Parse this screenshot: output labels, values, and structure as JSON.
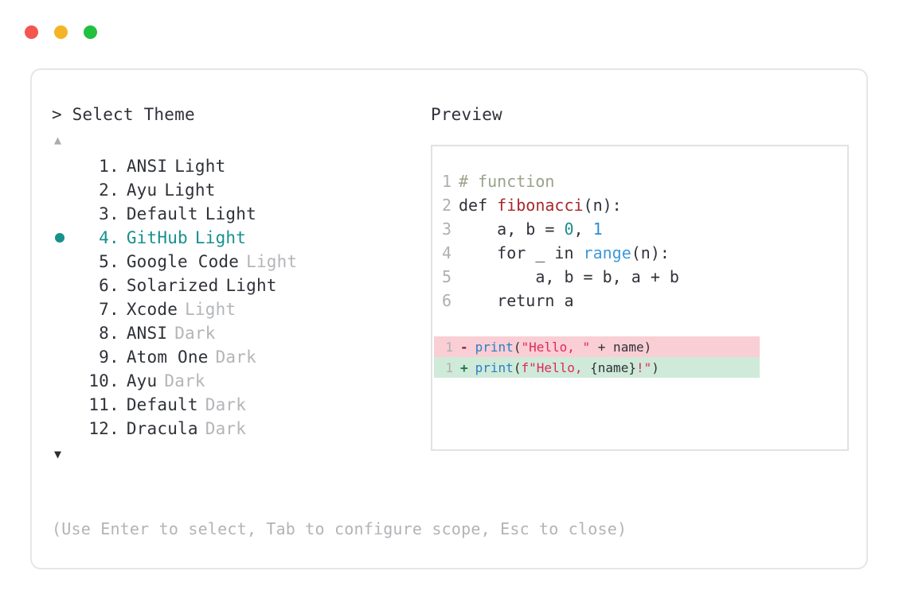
{
  "window": {
    "traffic_lights": [
      {
        "name": "close",
        "color": "#f4564f"
      },
      {
        "name": "minimize",
        "color": "#f5b426"
      },
      {
        "name": "maximize",
        "color": "#23bf3f"
      }
    ]
  },
  "left_panel": {
    "prompt": "> Select Theme",
    "scroll_up_indicator": "▲",
    "scroll_down_indicator": "▼",
    "selected_index": 4,
    "themes": [
      {
        "num": "1.",
        "name": "ANSI",
        "variant": "Light",
        "variant_muted": false,
        "selected": false
      },
      {
        "num": "2.",
        "name": "Ayu",
        "variant": "Light",
        "variant_muted": false,
        "selected": false
      },
      {
        "num": "3.",
        "name": "Default",
        "variant": "Light",
        "variant_muted": false,
        "selected": false
      },
      {
        "num": "4.",
        "name": "GitHub",
        "variant": "Light",
        "variant_muted": false,
        "selected": true
      },
      {
        "num": "5.",
        "name": "Google Code",
        "variant": "Light",
        "variant_muted": true,
        "selected": false
      },
      {
        "num": "6.",
        "name": "Solarized",
        "variant": "Light",
        "variant_muted": false,
        "selected": false
      },
      {
        "num": "7.",
        "name": "Xcode",
        "variant": "Light",
        "variant_muted": true,
        "selected": false
      },
      {
        "num": "8.",
        "name": "ANSI",
        "variant": "Dark",
        "variant_muted": true,
        "selected": false
      },
      {
        "num": "9.",
        "name": "Atom One",
        "variant": "Dark",
        "variant_muted": true,
        "selected": false
      },
      {
        "num": "10.",
        "name": "Ayu",
        "variant": "Dark",
        "variant_muted": true,
        "selected": false
      },
      {
        "num": "11.",
        "name": "Default",
        "variant": "Dark",
        "variant_muted": true,
        "selected": false
      },
      {
        "num": "12.",
        "name": "Dracula",
        "variant": "Dark",
        "variant_muted": true,
        "selected": false
      }
    ],
    "hint": "(Use Enter to select, Tab to configure scope, Esc to close)"
  },
  "right_panel": {
    "label": "Preview",
    "code_lines": [
      {
        "num": "1",
        "tokens": [
          {
            "t": "# function",
            "c": "tok-comment"
          }
        ]
      },
      {
        "num": "2",
        "tokens": [
          {
            "t": "def ",
            "c": "tok-kw"
          },
          {
            "t": "fibonacci",
            "c": "tok-fn"
          },
          {
            "t": "(n):",
            "c": "code-txt"
          }
        ]
      },
      {
        "num": "3",
        "tokens": [
          {
            "t": "    a, b = ",
            "c": "code-txt"
          },
          {
            "t": "0",
            "c": "tok-num"
          },
          {
            "t": ", ",
            "c": "code-txt"
          },
          {
            "t": "1",
            "c": "tok-num2"
          }
        ]
      },
      {
        "num": "4",
        "tokens": [
          {
            "t": "    for _ in ",
            "c": "code-txt"
          },
          {
            "t": "range",
            "c": "tok-builtin"
          },
          {
            "t": "(n):",
            "c": "code-txt"
          }
        ]
      },
      {
        "num": "5",
        "tokens": [
          {
            "t": "        a, b = b, a + b",
            "c": "code-txt"
          }
        ]
      },
      {
        "num": "6",
        "tokens": [
          {
            "t": "    return a",
            "c": "code-txt"
          }
        ]
      }
    ],
    "diff_lines": [
      {
        "num": "1",
        "sign": "-",
        "kind": "del",
        "tokens": [
          {
            "t": "print",
            "c": "tok-call"
          },
          {
            "t": "(",
            "c": "code-txt"
          },
          {
            "t": "\"Hello, \"",
            "c": "tok-str"
          },
          {
            "t": " + name)",
            "c": "code-txt"
          }
        ]
      },
      {
        "num": "1",
        "sign": "+",
        "kind": "add",
        "tokens": [
          {
            "t": "print",
            "c": "tok-call"
          },
          {
            "t": "(",
            "c": "code-txt"
          },
          {
            "t": "f\"Hello, ",
            "c": "tok-str"
          },
          {
            "t": "{name}",
            "c": "code-txt"
          },
          {
            "t": "!\"",
            "c": "tok-str"
          },
          {
            "t": ")",
            "c": "code-txt"
          }
        ]
      }
    ]
  }
}
